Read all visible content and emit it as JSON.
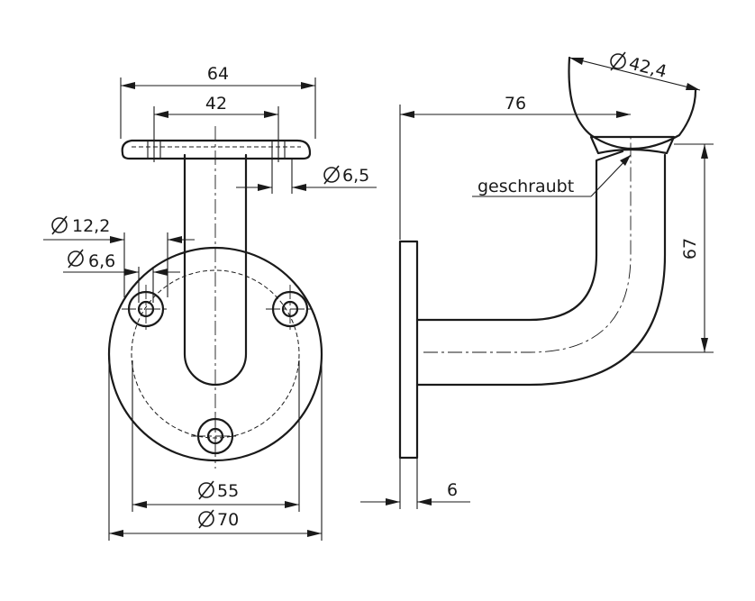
{
  "front_view": {
    "dims": {
      "plate_width": "64",
      "hole_spacing": "42",
      "screw_hole": "6,5",
      "counterbore": "12,2",
      "bore": "6,6",
      "bolt_circle": "55",
      "base_diameter": "70"
    }
  },
  "side_view": {
    "dims": {
      "projection": "76",
      "rail_diameter": "42,4",
      "height": "67",
      "base_thickness": "6"
    },
    "note": "geschraubt"
  }
}
